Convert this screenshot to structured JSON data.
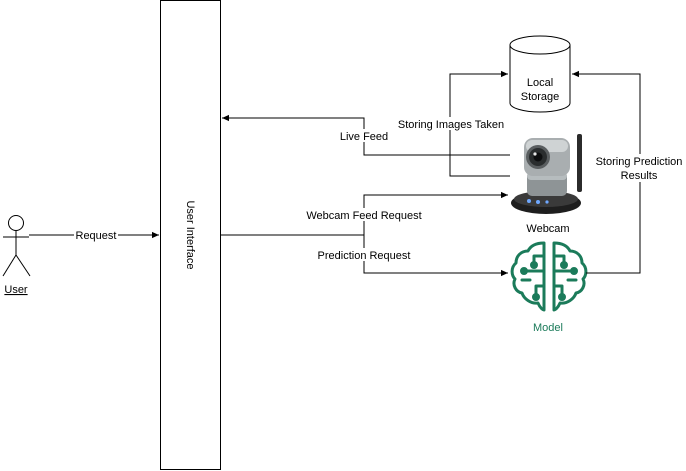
{
  "nodes": {
    "user": {
      "label": "User"
    },
    "ui": {
      "label": "User Interface"
    },
    "storage": {
      "label_line1": "Local",
      "label_line2": "Storage"
    },
    "webcam": {
      "label": "Webcam",
      "label_color": "#232F3E"
    },
    "model": {
      "label": "Model",
      "label_color": "#1B7B5A",
      "icon_color": "#1B7B5A"
    }
  },
  "edges": {
    "request": "Request",
    "live_feed": "Live Feed",
    "storing_images": "Storing Images Taken",
    "storing_predictions_line1": "Storing Prediction",
    "storing_predictions_line2": "Results",
    "webcam_feed_request": "Webcam Feed Request",
    "prediction_request": "Prediction Request"
  }
}
